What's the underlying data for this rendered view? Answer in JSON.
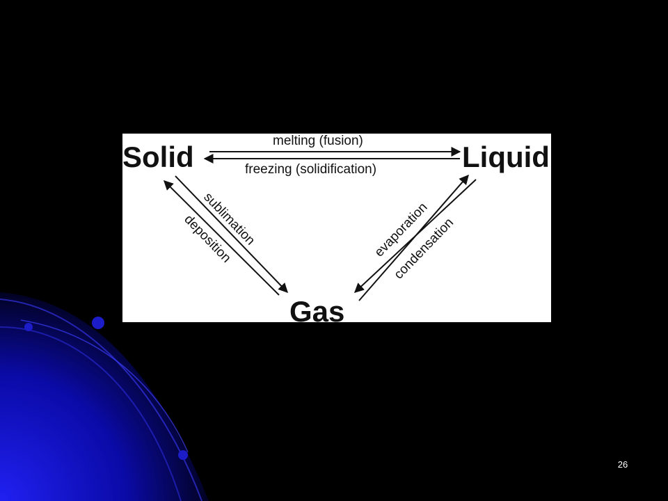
{
  "diagram": {
    "states": {
      "solid": "Solid",
      "liquid": "Liquid",
      "gas": "Gas"
    },
    "processes": {
      "melting": "melting (fusion)",
      "freezing": "freezing (solidification)",
      "sublimation": "sublimation",
      "deposition": "deposition",
      "evaporation": "evaporation",
      "condensation": "condensation"
    }
  },
  "footer": {
    "slide_number": "26"
  },
  "theme": {
    "background": "#000000",
    "accent": "#1a1aff",
    "panel": "#ffffff"
  }
}
